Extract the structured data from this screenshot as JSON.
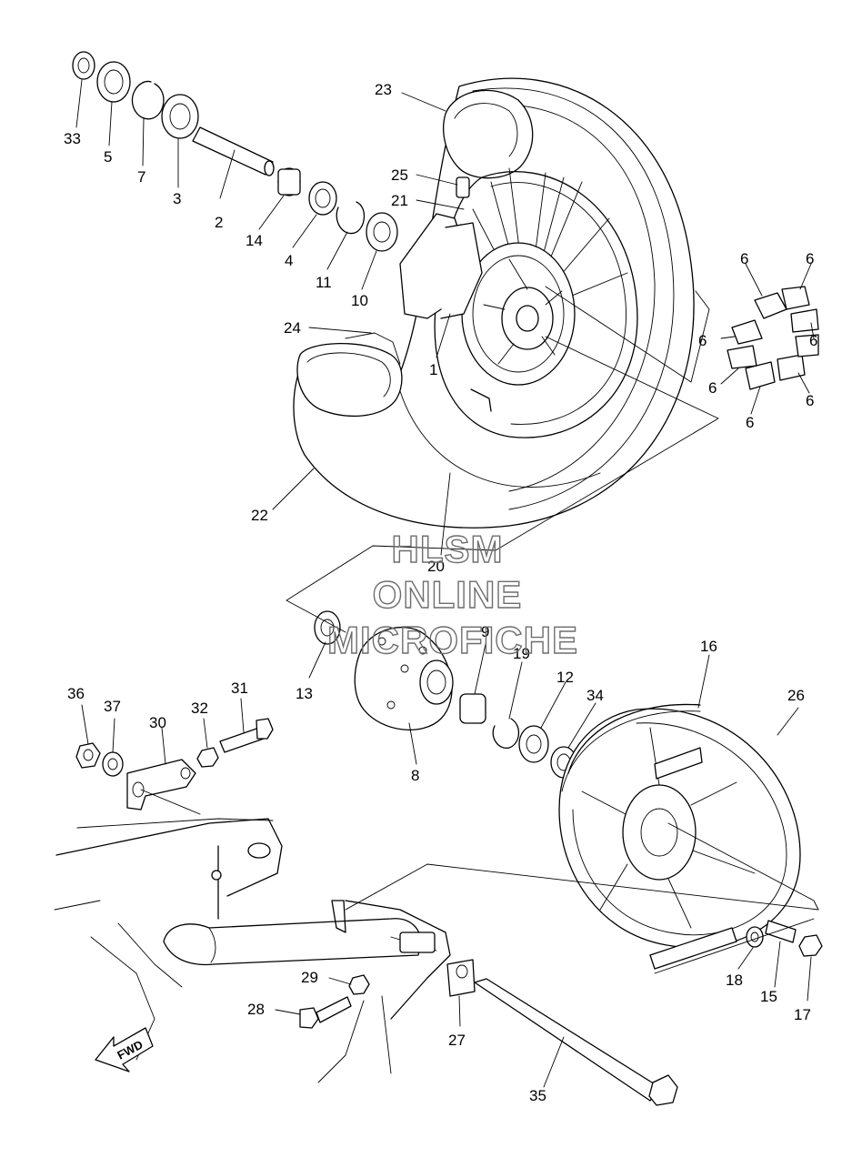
{
  "watermark": {
    "line1": "HLSM",
    "line2": "ONLINE",
    "line3": "MICROFICHE"
  },
  "direction_arrow": {
    "text": "FWD"
  },
  "callouts": [
    {
      "id": "c33",
      "text": "33"
    },
    {
      "id": "c5",
      "text": "5"
    },
    {
      "id": "c7",
      "text": "7"
    },
    {
      "id": "c3",
      "text": "3"
    },
    {
      "id": "c2",
      "text": "2"
    },
    {
      "id": "c14",
      "text": "14"
    },
    {
      "id": "c4",
      "text": "4"
    },
    {
      "id": "c11",
      "text": "11"
    },
    {
      "id": "c10",
      "text": "10"
    },
    {
      "id": "c23",
      "text": "23"
    },
    {
      "id": "c25",
      "text": "25"
    },
    {
      "id": "c21",
      "text": "21"
    },
    {
      "id": "c24",
      "text": "24"
    },
    {
      "id": "c1",
      "text": "1"
    },
    {
      "id": "c22",
      "text": "22"
    },
    {
      "id": "c20",
      "text": "20"
    },
    {
      "id": "c6a",
      "text": "6"
    },
    {
      "id": "c6b",
      "text": "6"
    },
    {
      "id": "c6c",
      "text": "6"
    },
    {
      "id": "c6d",
      "text": "6"
    },
    {
      "id": "c6e",
      "text": "6"
    },
    {
      "id": "c6f",
      "text": "6"
    },
    {
      "id": "c6g",
      "text": "6"
    },
    {
      "id": "c13",
      "text": "13"
    },
    {
      "id": "c9",
      "text": "9"
    },
    {
      "id": "c19",
      "text": "19"
    },
    {
      "id": "c12",
      "text": "12"
    },
    {
      "id": "c34",
      "text": "34"
    },
    {
      "id": "c16",
      "text": "16"
    },
    {
      "id": "c26",
      "text": "26"
    },
    {
      "id": "c8",
      "text": "8"
    },
    {
      "id": "c36",
      "text": "36"
    },
    {
      "id": "c37",
      "text": "37"
    },
    {
      "id": "c30",
      "text": "30"
    },
    {
      "id": "c32",
      "text": "32"
    },
    {
      "id": "c31",
      "text": "31"
    },
    {
      "id": "c29",
      "text": "29"
    },
    {
      "id": "c28",
      "text": "28"
    },
    {
      "id": "c27",
      "text": "27"
    },
    {
      "id": "c35",
      "text": "35"
    },
    {
      "id": "c18",
      "text": "18"
    },
    {
      "id": "c15",
      "text": "15"
    },
    {
      "id": "c17",
      "text": "17"
    }
  ]
}
